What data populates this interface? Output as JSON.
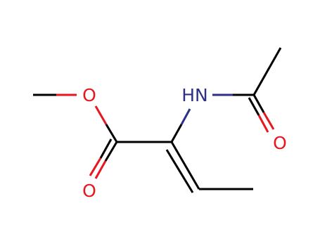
{
  "molecule": {
    "atoms": {
      "ester_o": {
        "label": "O",
        "color": "#e8161f"
      },
      "carbonyl_o1": {
        "label": "O",
        "color": "#e8161f"
      },
      "amide_n": {
        "label": "HN",
        "color": "#2e2f86"
      },
      "carbonyl_o2": {
        "label": "O",
        "color": "#e8161f"
      }
    },
    "bond_color": "#000000"
  }
}
